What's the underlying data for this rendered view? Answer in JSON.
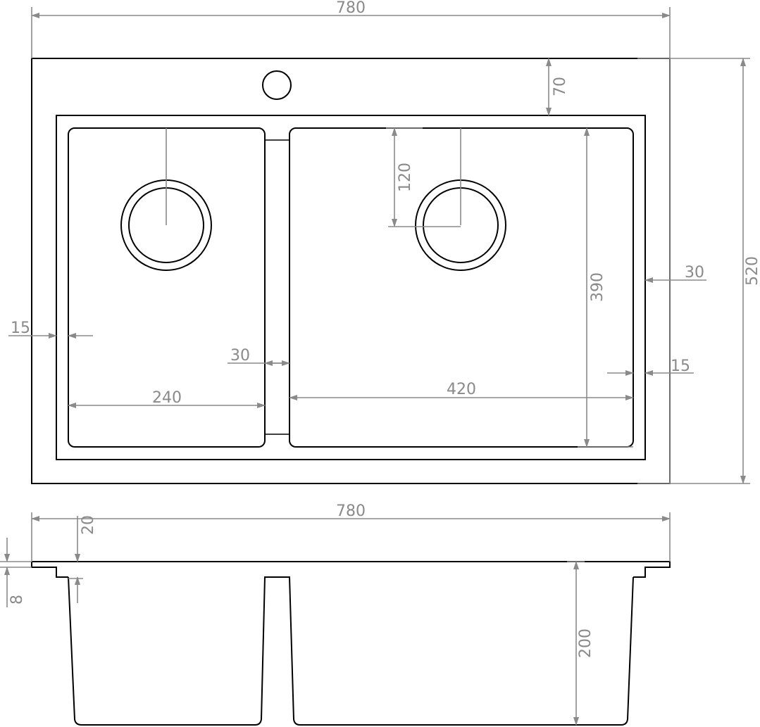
{
  "colors": {
    "outline": "#000000",
    "dimension": "#8a8a8a",
    "background": "#ffffff"
  },
  "top_view": {
    "overall_width": "780",
    "overall_depth": "520",
    "tap_hole_offset": "70",
    "frame_width_right": "30",
    "left_bowl_width": "240",
    "right_bowl_width": "420",
    "bowl_length": "390",
    "drain_offset": "120",
    "bowl_divider": "30",
    "bowl_inset_left": "15",
    "bowl_inset_right": "15"
  },
  "side_view": {
    "overall_width": "780",
    "rim_step": "20",
    "deck_thickness": "8",
    "bowl_depth": "200"
  }
}
